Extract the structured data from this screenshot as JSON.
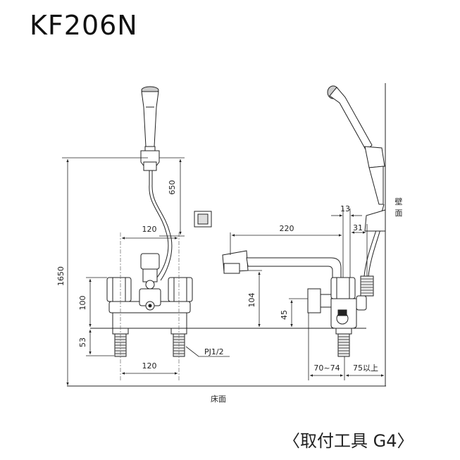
{
  "title": "KF206N",
  "caption": "〈取付工具 G4〉",
  "dimensions": {
    "d1650": "1650",
    "d650": "650",
    "d120_top": "120",
    "d120_bottom": "120",
    "d100": "100",
    "d53": "53",
    "d220": "220",
    "d104": "104",
    "d45": "45",
    "d13": "13",
    "d31": "31",
    "d70_74": "70~74",
    "d75": "75以上"
  },
  "labels": {
    "thread": "PJ1/2",
    "floor": "床面",
    "wall_1": "壁",
    "wall_2": "面"
  }
}
